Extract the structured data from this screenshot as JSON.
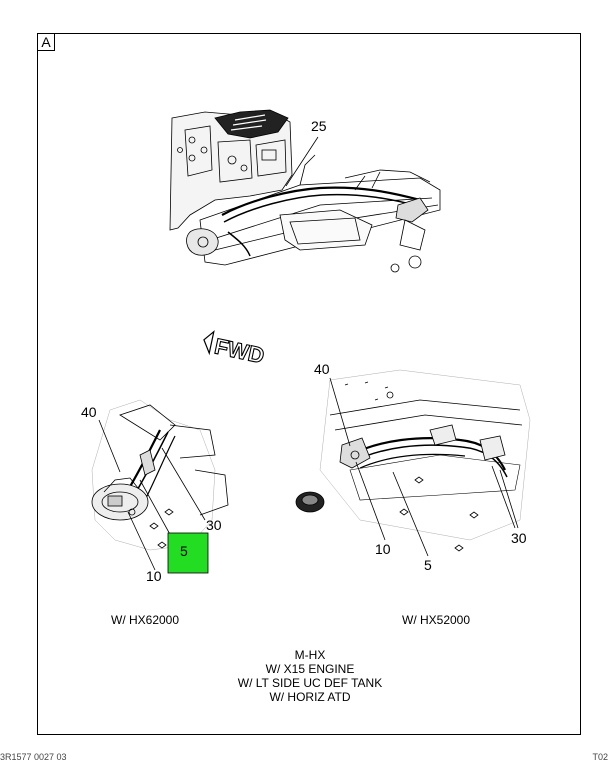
{
  "section_letter": "A",
  "direction_label": "FWD",
  "callouts": {
    "top_harness": "25",
    "left_40": "40",
    "left_30": "30",
    "left_5": "5",
    "left_10": "10",
    "right_40": "40",
    "right_10": "10",
    "right_5": "5",
    "right_30": "30"
  },
  "highlight_color": "#22dd22",
  "captions": {
    "left_view": "W/ HX62000",
    "right_view": "W/ HX52000"
  },
  "notes": [
    "M-HX",
    "W/ X15 ENGINE",
    "W/ LT SIDE UC DEF TANK",
    "W/ HORIZ ATD"
  ],
  "footer": {
    "left": "3R1577 0027 03",
    "right": "T02"
  }
}
